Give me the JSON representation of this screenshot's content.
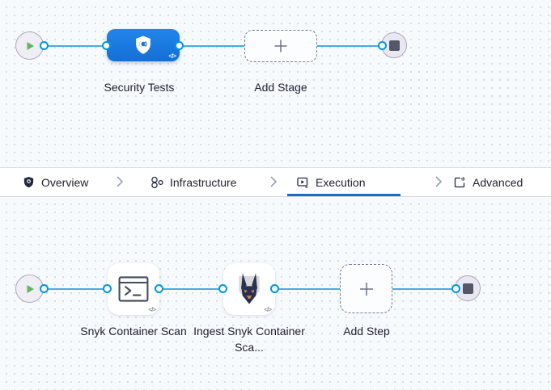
{
  "stage_panel": {
    "stage": {
      "label": "Security Tests",
      "icon": "shield-scan-icon"
    },
    "add_stage": {
      "label": "Add Stage",
      "icon": "plus-icon"
    },
    "code_badge": "</>"
  },
  "tab_bar": {
    "tabs": [
      {
        "label": "Overview",
        "icon": "shield-icon",
        "active": false
      },
      {
        "label": "Infrastructure",
        "icon": "infrastructure-nodes-icon",
        "active": false
      },
      {
        "label": "Execution",
        "icon": "execution-play-icon",
        "active": true
      },
      {
        "label": "Advanced",
        "icon": "advanced-gear-icon",
        "active": false
      }
    ],
    "separator_icon": "chevron-right-icon",
    "active_underline_color": "#1d6ac6"
  },
  "step_panel": {
    "steps": [
      {
        "label": "Snyk Container Scan",
        "icon": "terminal-icon"
      },
      {
        "label": "Ingest Snyk Container Sca...",
        "icon": "snyk-doberman-icon"
      }
    ],
    "add_step": {
      "label": "Add Step",
      "icon": "plus-icon"
    },
    "code_badge": "</>"
  },
  "flow": {
    "start_icon": "play-icon",
    "end_icon": "stop-icon",
    "connector_color": "#4aabe0",
    "port_color": "#0096e2"
  },
  "colors": {
    "canvas_bg": "#f7fafd",
    "dot_grid": "#d5dae2",
    "stage_blue_top": "#2285ea",
    "stage_blue_bottom": "#146fd6",
    "text": "#1e1f2b",
    "play_green": "#62b55e",
    "stop_slate": "#535869"
  }
}
